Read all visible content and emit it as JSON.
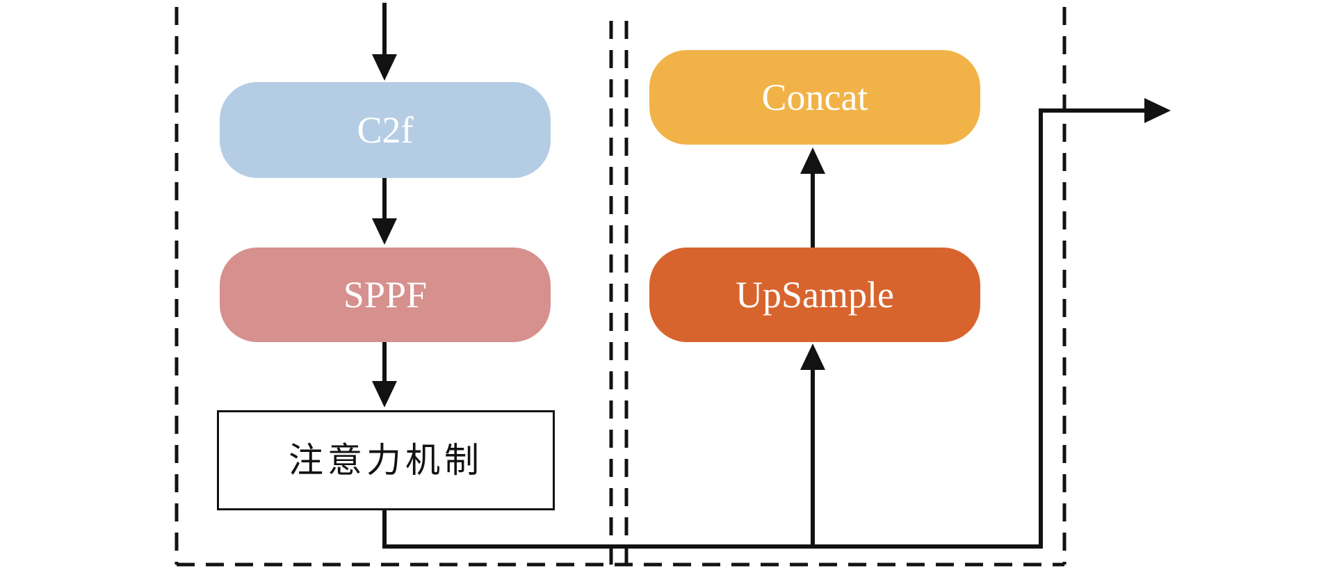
{
  "diagram": {
    "blocks": {
      "c2f": {
        "label": "C2f",
        "color": "#b5cde4",
        "text_color": "#ffffff"
      },
      "sppf": {
        "label": "SPPF",
        "color": "#d6908d",
        "text_color": "#ffffff"
      },
      "attention": {
        "label": "注意力机制",
        "color": "#ffffff",
        "text_color": "#121212"
      },
      "concat": {
        "label": "Concat",
        "color": "#f1b347",
        "text_color": "#ffffff"
      },
      "upsample": {
        "label": "UpSample",
        "color": "#d8642d",
        "text_color": "#ffffff"
      }
    },
    "line_color": "#121212",
    "container_style": "dashed"
  }
}
